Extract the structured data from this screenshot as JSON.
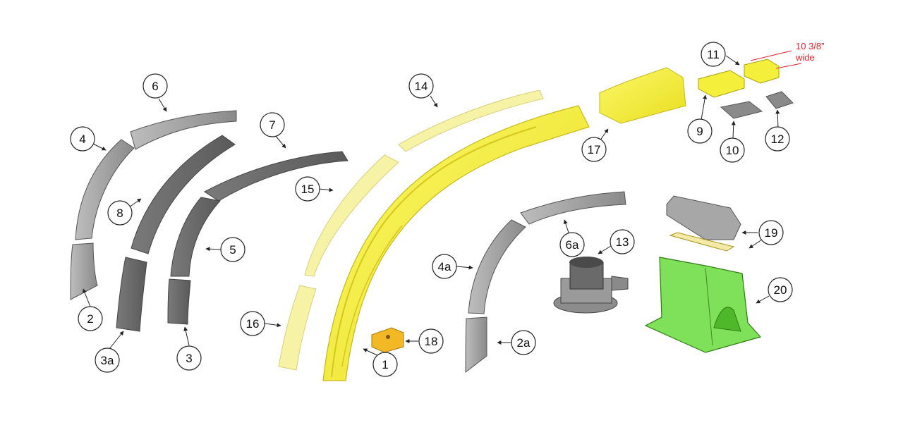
{
  "diagram": {
    "callouts": [
      {
        "id": "1",
        "label": "1"
      },
      {
        "id": "2",
        "label": "2"
      },
      {
        "id": "2a",
        "label": "2a"
      },
      {
        "id": "3",
        "label": "3"
      },
      {
        "id": "3a",
        "label": "3a"
      },
      {
        "id": "4",
        "label": "4"
      },
      {
        "id": "4a",
        "label": "4a"
      },
      {
        "id": "5",
        "label": "5"
      },
      {
        "id": "6",
        "label": "6"
      },
      {
        "id": "6a",
        "label": "6a"
      },
      {
        "id": "7",
        "label": "7"
      },
      {
        "id": "8",
        "label": "8"
      },
      {
        "id": "9",
        "label": "9"
      },
      {
        "id": "10",
        "label": "10"
      },
      {
        "id": "11",
        "label": "11"
      },
      {
        "id": "12",
        "label": "12"
      },
      {
        "id": "13",
        "label": "13"
      },
      {
        "id": "14",
        "label": "14"
      },
      {
        "id": "15",
        "label": "15"
      },
      {
        "id": "16",
        "label": "16"
      },
      {
        "id": "17",
        "label": "17"
      },
      {
        "id": "18",
        "label": "18"
      },
      {
        "id": "19",
        "label": "19"
      },
      {
        "id": "20",
        "label": "20"
      }
    ],
    "annotation": {
      "line1": "10 3/8”",
      "line2": "wide",
      "color": "#e8202a"
    },
    "colors": {
      "yellow_part": "#f4ef3a",
      "pale_yellow": "#f7f3a6",
      "gray_part": "#a9a9a9",
      "dark_gray": "#6e6e6e",
      "green_part": "#7fe05a",
      "orange_block": "#f2b825"
    }
  }
}
